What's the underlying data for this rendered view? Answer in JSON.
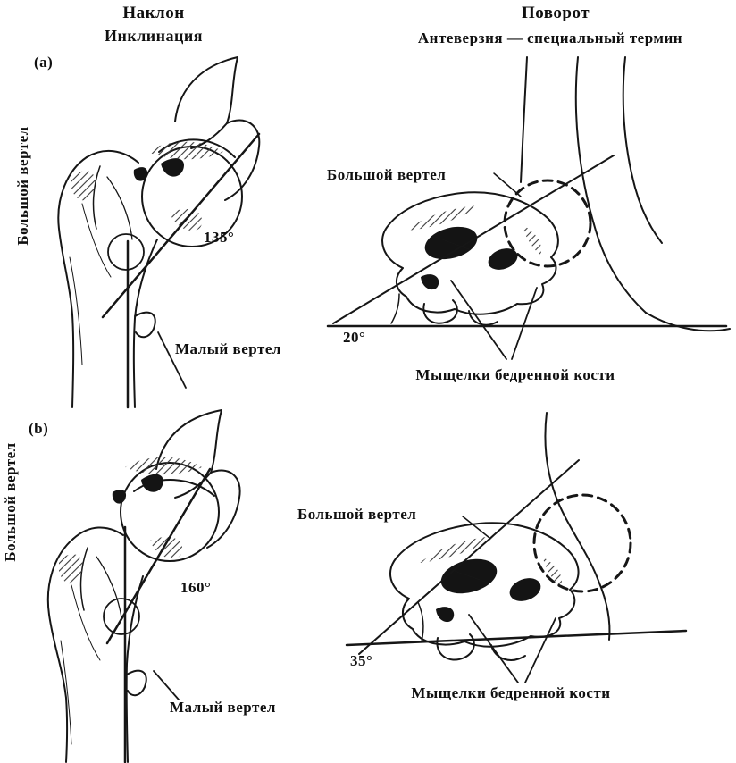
{
  "diagram": {
    "header": {
      "left": {
        "line1": "Наклон",
        "line2": "Инклинация"
      },
      "right": {
        "line1": "Поворот",
        "line2": "Антеверзия — специальный термин"
      }
    },
    "panel_a": {
      "label": "(a)",
      "greater_trochanter_side": "Большой вертел",
      "neck_shaft_angle": "135°",
      "lesser_trochanter": "Малый вертел",
      "greater_trochanter": "Большой вертел",
      "anteversion_angle": "20°",
      "condyles": "Мыщелки бедренной кости"
    },
    "panel_b": {
      "label": "(b)",
      "greater_trochanter_side": "Большой вертел",
      "neck_shaft_angle": "160°",
      "lesser_trochanter": "Малый вертел",
      "greater_trochanter": "Большой вертел",
      "anteversion_angle": "35°",
      "condyles": "Мыщелки бедренной кости"
    },
    "colors": {
      "ink": "#161616",
      "background": "#ffffff"
    }
  }
}
